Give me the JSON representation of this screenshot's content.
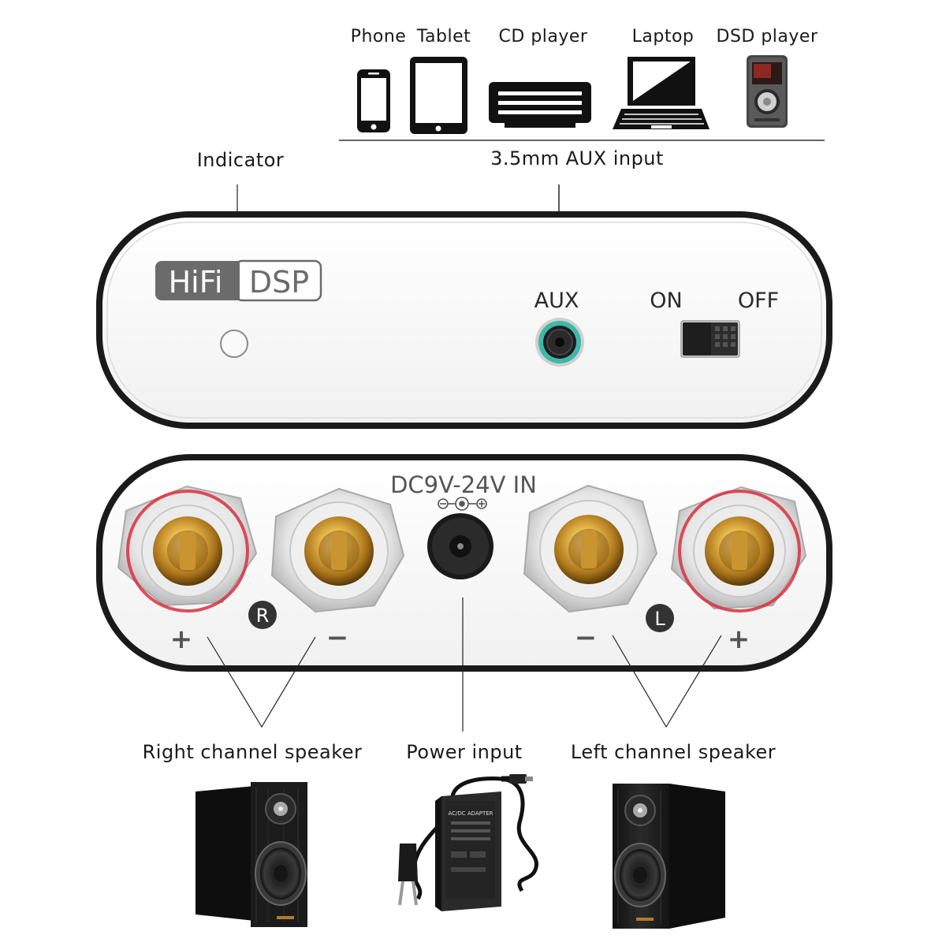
{
  "sources": {
    "phone": "Phone",
    "tablet": "Tablet",
    "cd_player": "CD player",
    "laptop": "Laptop",
    "dsd_player": "DSD player"
  },
  "labels": {
    "aux_input": "3.5mm AUX input",
    "indicator": "Indicator",
    "right_channel": "Right channel speaker",
    "power_input": "Power input",
    "left_channel": "Left channel speaker"
  },
  "front_panel": {
    "logo_hifi": "HiFi",
    "logo_dsp": "DSP",
    "aux": "AUX",
    "on": "ON",
    "off": "OFF"
  },
  "rear_panel": {
    "dc_in": "DC9V-24V IN",
    "right_marker": "R",
    "left_marker": "L",
    "plus": "+",
    "minus": "−"
  },
  "adapter": {
    "title": "AC/DC ADAPTER"
  },
  "colors": {
    "aux_ring": "#3fb8a8",
    "terminal_gold": "#d9a23a",
    "terminal_red": "#d83040",
    "panel_outline": "#1a1a1a",
    "speaker_body": "#1e1e1e"
  }
}
